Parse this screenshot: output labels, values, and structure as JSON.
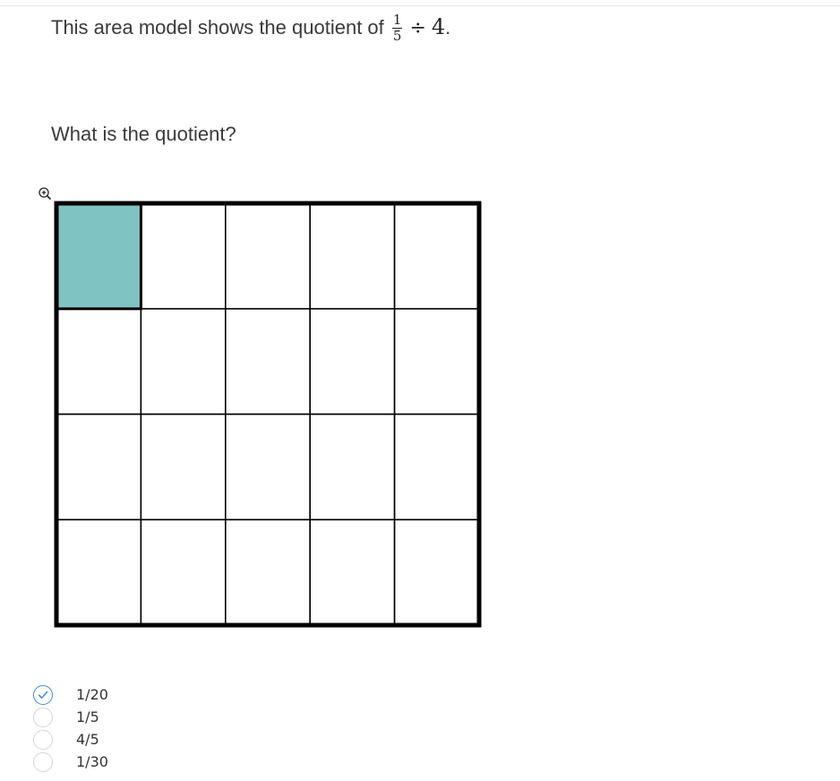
{
  "question": {
    "prompt_text": "This area model shows the quotient of",
    "expression": {
      "numerator": "1",
      "denominator": "5",
      "operator": "÷",
      "divisor": "4",
      "end_punctuation": "."
    },
    "ask_text": "What is the quotient?"
  },
  "area_model": {
    "rows": 4,
    "columns": 5,
    "shaded_cells": [
      [
        0,
        0
      ]
    ],
    "shade_color": "#7fc4c2",
    "line_color": "#000000"
  },
  "zoom": {
    "icon": "zoom-in-icon"
  },
  "answers": {
    "options": [
      {
        "label": "1/20",
        "selected": true
      },
      {
        "label": "1/5",
        "selected": false
      },
      {
        "label": "4/5",
        "selected": false
      },
      {
        "label": "1/30",
        "selected": false
      }
    ],
    "selected_color": "#3c8dde",
    "unselected_color": "#d4d4d4"
  }
}
